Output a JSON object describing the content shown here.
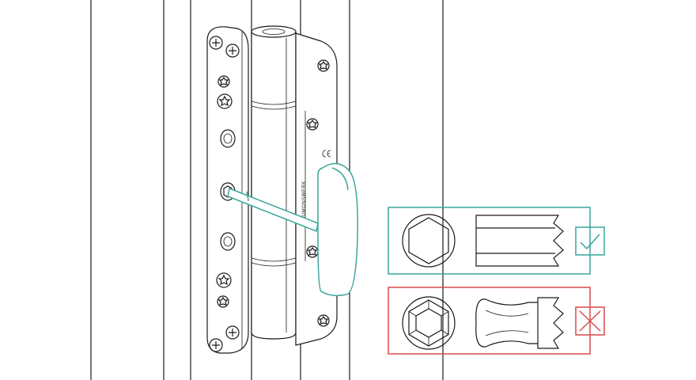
{
  "diagram": {
    "hinge_text": "SIMONSWERK",
    "correct_label": "correct",
    "wrong_label": "incorrect",
    "colors": {
      "line": "#1a1a1a",
      "tool": "#3aa59a",
      "correct": "#3aa59a",
      "wrong": "#d94a4a",
      "background": "#ffffff"
    },
    "icons": [
      "phillips-screw-icon",
      "torx-screw-icon",
      "hex-socket-icon",
      "hex-bit-icon",
      "check-icon",
      "cross-icon"
    ]
  }
}
